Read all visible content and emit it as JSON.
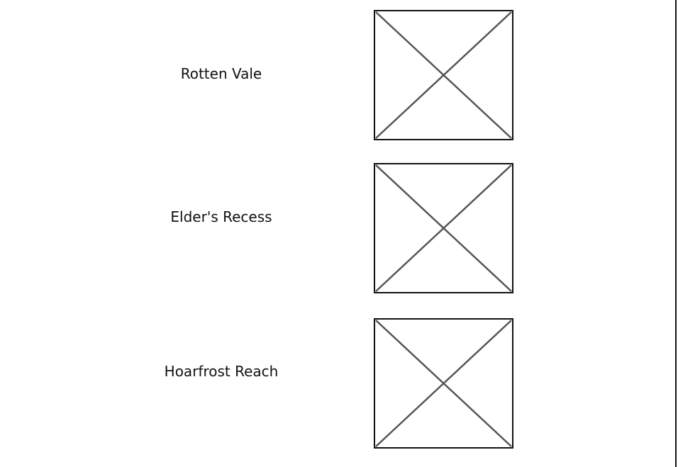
{
  "items": [
    {
      "label": "Rotten Vale",
      "image": "image-placeholder-icon"
    },
    {
      "label": "Elder's Recess",
      "image": "image-placeholder-icon"
    },
    {
      "label": "Hoarfrost Reach",
      "image": "image-placeholder-icon"
    }
  ],
  "colors": {
    "border": "#111111",
    "cross": "#555555",
    "text": "#111111",
    "background": "#ffffff"
  }
}
